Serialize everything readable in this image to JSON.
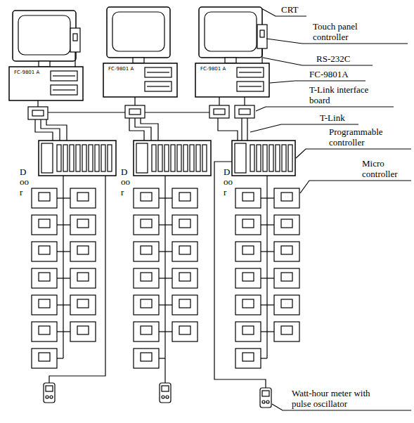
{
  "diagram": {
    "labels": [
      "CRT",
      "Touch panel controller",
      "RS-232C",
      "FC-9801A",
      "T-Link interface board",
      "T-Link",
      "Programmable controller",
      "Micro controller",
      "Door",
      "Door",
      "Door",
      "FC-9801 A",
      "FC-9801 A",
      "FC-9801 A",
      "Watt-hour meter with pulse oscillator"
    ]
  }
}
